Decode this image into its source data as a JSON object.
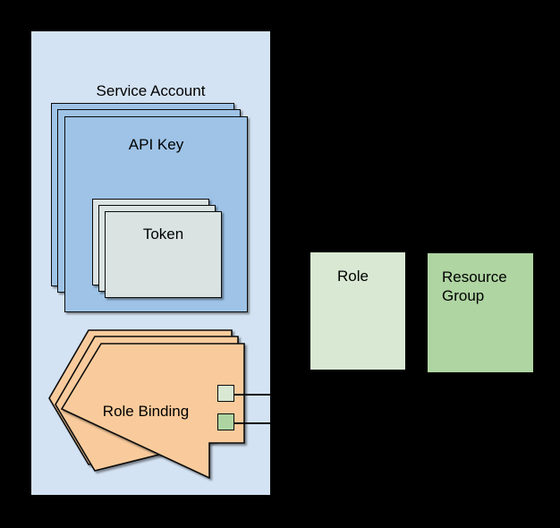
{
  "diagram": {
    "title_text": "Service Account",
    "service_account": {
      "label": "Service Account",
      "fill": "#d4e3f3"
    },
    "api_key": {
      "label": "API Key",
      "fill": "#9ec3e6",
      "stack_count": 3
    },
    "token": {
      "label": "Token",
      "fill": "#dae3e2",
      "stack_count": 3
    },
    "role_binding": {
      "label": "Role Binding",
      "fill": "#f9cb9c",
      "stack_count": 3,
      "shape": "left-pointing-arrow"
    },
    "ports": [
      {
        "name": "role-port",
        "fill": "#d8e8d3"
      },
      {
        "name": "resource-group-port",
        "fill": "#aed5a1"
      }
    ],
    "role": {
      "label": "Role",
      "fill": "#d9e8d3"
    },
    "resource_group": {
      "label_line1": "Resource",
      "label_line2": "Group",
      "fill": "#afd5a2"
    },
    "connectors": [
      {
        "name": "role-binding-to-role",
        "from": "role-port",
        "to": "role"
      },
      {
        "name": "role-binding-to-resource-group",
        "from": "resource-group-port",
        "to": "resource-group"
      }
    ],
    "colors": {
      "background": "#000000",
      "stroke": "#0b0b0b",
      "panel_blue": "#d4e3f3",
      "card_blue": "#9ec3e6",
      "card_grey_green": "#dae3e2",
      "arrow_orange": "#f9cb9c",
      "green_light": "#d9e8d3",
      "green_medium": "#afd5a2"
    }
  }
}
